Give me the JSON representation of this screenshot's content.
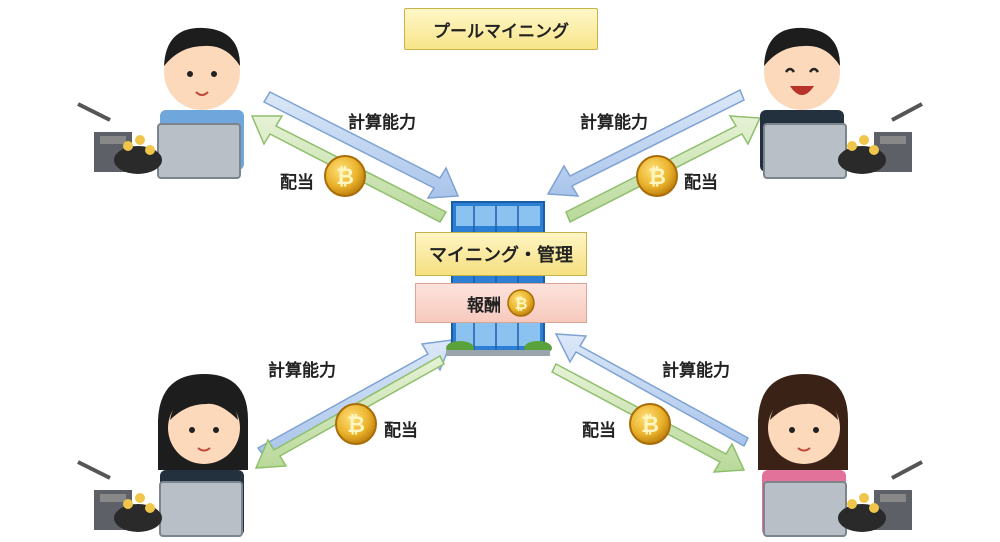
{
  "title": "プールマイニング",
  "center": {
    "management_label": "マイニング・管理",
    "reward_label": "報酬"
  },
  "flows": {
    "top_left": {
      "compute": "計算能力",
      "dividend": "配当"
    },
    "top_right": {
      "compute": "計算能力",
      "dividend": "配当"
    },
    "bottom_left": {
      "compute": "計算能力",
      "dividend": "配当"
    },
    "bottom_right": {
      "compute": "計算能力",
      "dividend": "配当"
    }
  },
  "coin_symbol": "₿",
  "colors": {
    "compute_arrow": "#bcd3f0",
    "dividend_arrow": "#cfe6b8",
    "coin": "#e3a51c",
    "building": "#2d7fd3"
  }
}
